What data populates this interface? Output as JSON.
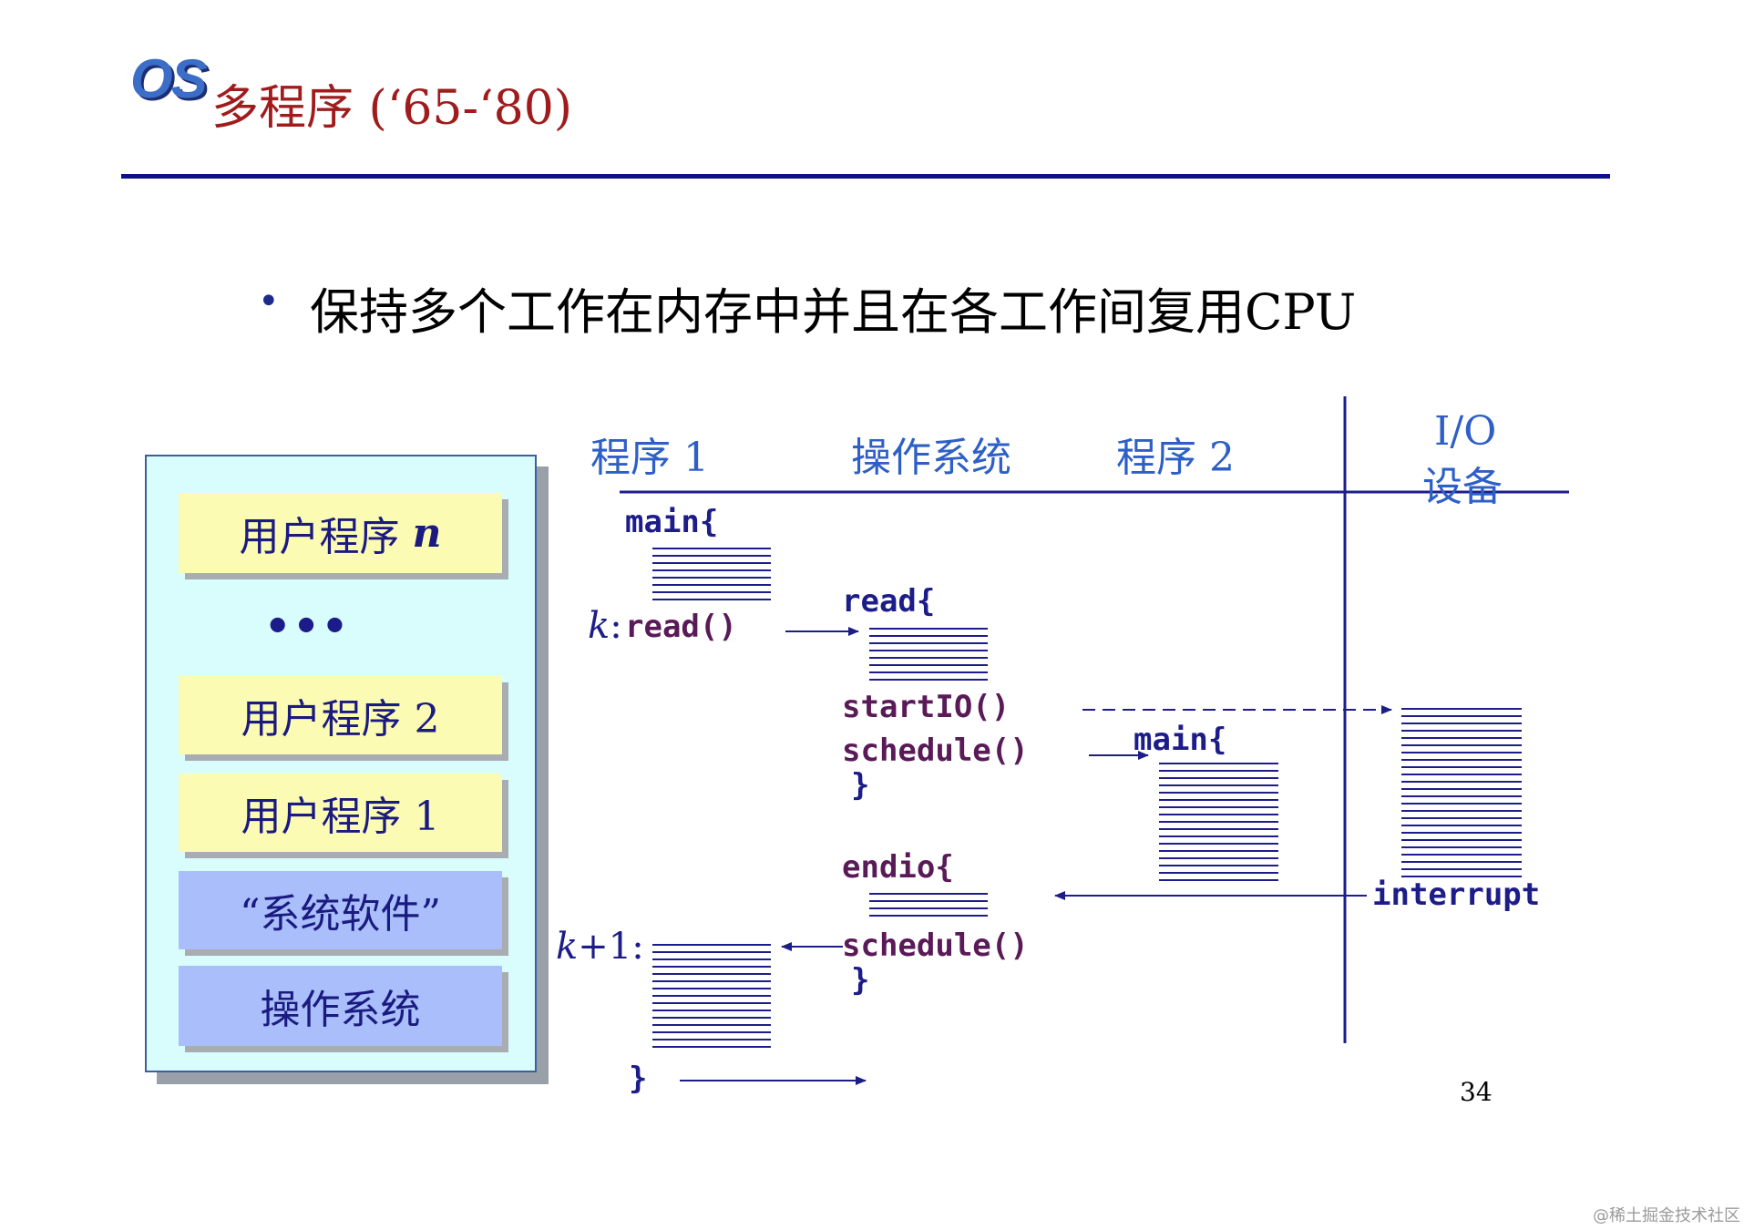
{
  "header": {
    "logo": "OS",
    "title": "多程序 (‘65-‘80)"
  },
  "bullet": {
    "text": "保持多个工作在内存中并且在各工作间复用CPU"
  },
  "memory": {
    "user_n_prefix": "用户程序",
    "user_n_var": "n",
    "ellipsis": "•••",
    "user2": "用户程序 2",
    "user1": "用户程序 1",
    "sys_software": "“系统软件”",
    "os": "操作系统"
  },
  "columns": {
    "program1": "程序 1",
    "os": "操作系统",
    "program2": "程序 2",
    "io_line1": "I/O",
    "io_line2": "设备"
  },
  "code": {
    "p1_main": "main{",
    "k_label": "k",
    "k_sep": ":",
    "p1_read_call": "read()",
    "os_read": "read{",
    "os_startio": "startIO()",
    "os_schedule1": "schedule()",
    "os_brace1": "}",
    "p2_main": "main{",
    "os_endio": "endio{",
    "io_interrupt": "interrupt",
    "k1_label": "k",
    "k1_sep": "+1:",
    "os_schedule2": "schedule()",
    "os_brace2": "}",
    "p1_brace": "}"
  },
  "colors": {
    "title": "#a01c1c",
    "rule": "#10108a",
    "column_head": "#2d5fc7",
    "code": "#1d1d8a",
    "code_purple": "#5a1a58",
    "memory_bg": "#d9fcfc",
    "user_block": "#fbfbb4",
    "system_block": "#a9befa"
  },
  "footer": {
    "page_number": "34",
    "watermark": "@稀土掘金技术社区"
  }
}
